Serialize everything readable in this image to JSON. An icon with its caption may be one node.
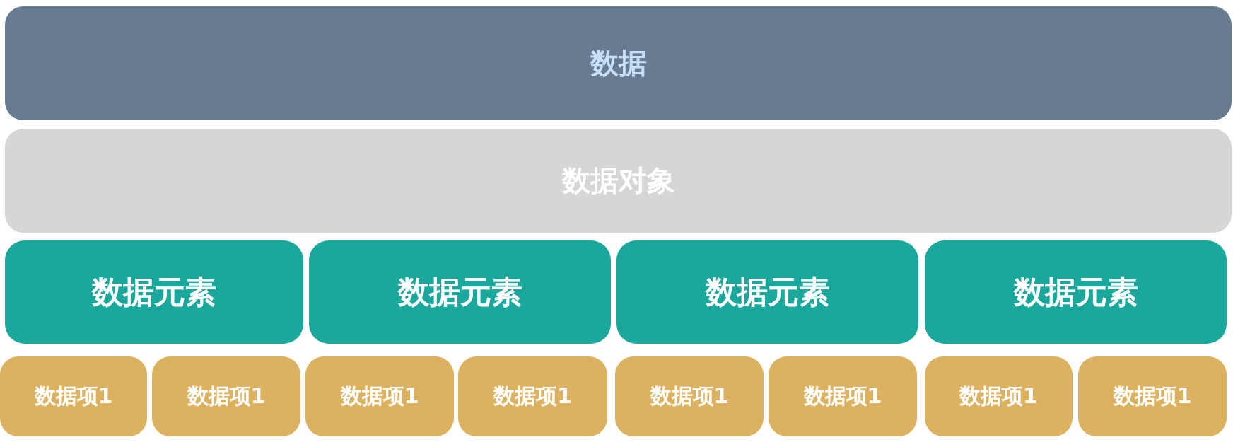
{
  "diagram": {
    "nodes": [
      {
        "text": [
          "数据"
        ]
      },
      {
        "text": [
          "数据对象"
        ]
      },
      {
        "text": [
          "数据元素"
        ]
      },
      {
        "text": [
          "数据元素"
        ]
      },
      {
        "text": [
          "数据元素"
        ]
      },
      {
        "text": [
          "数据元素"
        ]
      },
      {
        "text": [
          "数据项1"
        ]
      },
      {
        "text": [
          "数据项1"
        ]
      },
      {
        "text": [
          "数据项1"
        ]
      },
      {
        "text": [
          "数据项1"
        ]
      },
      {
        "text": [
          "数据项1"
        ]
      },
      {
        "text": [
          "数据项1"
        ]
      },
      {
        "text": [
          "数据项1"
        ]
      },
      {
        "text": [
          "数据项1"
        ]
      }
    ]
  }
}
